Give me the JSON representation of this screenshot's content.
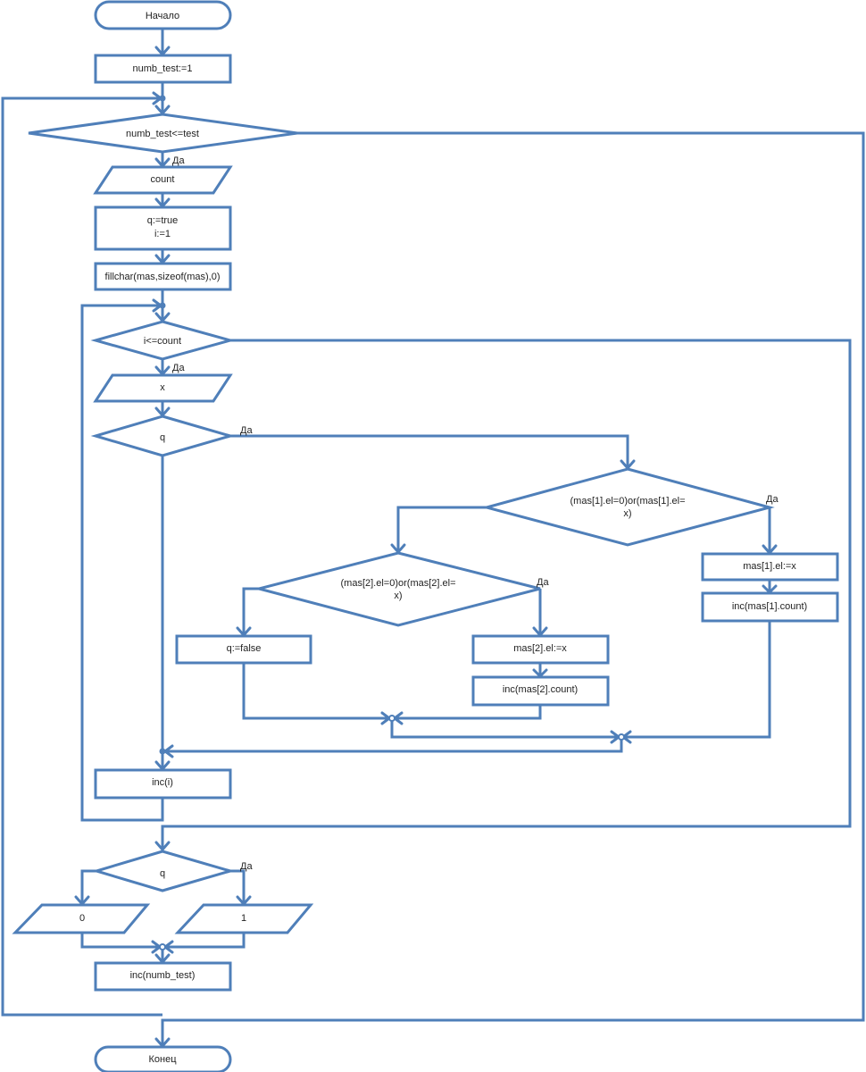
{
  "diagram": {
    "type": "flowchart",
    "colors": {
      "stroke": "#4f7fb9",
      "fill": "#ffffff",
      "text": "#222222"
    },
    "yes_label": "Да",
    "nodes": {
      "start": {
        "kind": "terminal",
        "text": "Начало"
      },
      "init_numb": {
        "kind": "process",
        "text": "numb_test:=1"
      },
      "cond_tests": {
        "kind": "decision",
        "text": "numb_test<=test"
      },
      "input_count": {
        "kind": "io",
        "text": "count"
      },
      "init_q_i": {
        "kind": "process",
        "lines": [
          "q:=true",
          "i:=1"
        ]
      },
      "fillchar": {
        "kind": "process",
        "text": "fillchar(mas,sizeof(mas),0)"
      },
      "cond_i": {
        "kind": "decision",
        "text": "i<=count"
      },
      "input_x": {
        "kind": "io",
        "text": "x"
      },
      "cond_q": {
        "kind": "decision",
        "text": "q"
      },
      "cond_mas1": {
        "kind": "decision",
        "lines": [
          "(mas[1].el=0)or(mas[1].el=",
          "x)"
        ]
      },
      "set_mas1": {
        "kind": "process",
        "text": "mas[1].el:=x"
      },
      "inc_mas1": {
        "kind": "process",
        "text": "inc(mas[1].count)"
      },
      "cond_mas2": {
        "kind": "decision",
        "lines": [
          "(mas[2].el=0)or(mas[2].el=",
          "x)"
        ]
      },
      "set_false": {
        "kind": "process",
        "text": "q:=false"
      },
      "set_mas2": {
        "kind": "process",
        "text": "mas[2].el:=x"
      },
      "inc_mas2": {
        "kind": "process",
        "text": "inc(mas[2].count)"
      },
      "inc_i": {
        "kind": "process",
        "text": "inc(i)"
      },
      "cond_q_out": {
        "kind": "decision",
        "text": "q"
      },
      "out_0": {
        "kind": "io",
        "text": "0"
      },
      "out_1": {
        "kind": "io",
        "text": "1"
      },
      "inc_numb": {
        "kind": "process",
        "text": "inc(numb_test)"
      },
      "end": {
        "kind": "terminal",
        "text": "Конец"
      }
    }
  }
}
